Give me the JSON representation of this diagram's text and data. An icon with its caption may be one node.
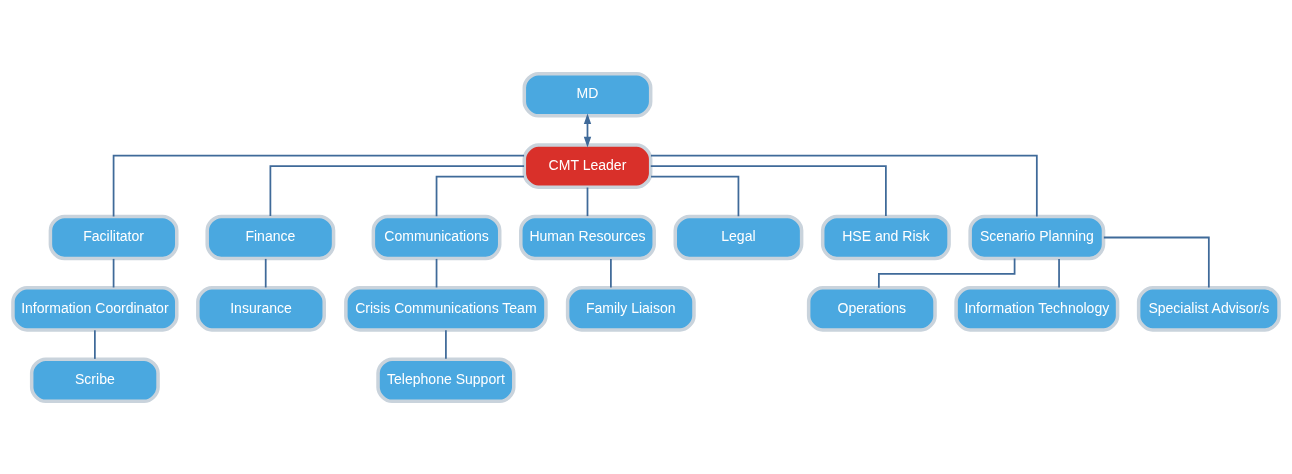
{
  "diagram": {
    "nodes": [
      {
        "text": [
          "MD"
        ]
      },
      {
        "text": [
          "CMT Leader"
        ]
      },
      {
        "text": [
          "Facilitator"
        ]
      },
      {
        "text": [
          "Finance"
        ]
      },
      {
        "text": [
          "Communications"
        ]
      },
      {
        "text": [
          "Human Resources"
        ]
      },
      {
        "text": [
          "Legal"
        ]
      },
      {
        "text": [
          "HSE and Risk"
        ]
      },
      {
        "text": [
          "Scenario Planning"
        ]
      },
      {
        "text": [
          "Information Coordinator"
        ]
      },
      {
        "text": [
          "Scribe"
        ]
      },
      {
        "text": [
          "Insurance"
        ]
      },
      {
        "text": [
          "Crisis Communications Team"
        ]
      },
      {
        "text": [
          "Telephone Support"
        ]
      },
      {
        "text": [
          "Family Liaison"
        ]
      },
      {
        "text": [
          "Operations"
        ]
      },
      {
        "text": [
          "Information Technology"
        ]
      },
      {
        "text": [
          "Specialist Advisor/s"
        ]
      }
    ],
    "edges": [
      {
        "from": 0,
        "to": 1,
        "arrow": "both"
      },
      {
        "from": 1,
        "to": 2,
        "arrow": "none"
      },
      {
        "from": 1,
        "to": 3,
        "arrow": "none"
      },
      {
        "from": 1,
        "to": 4,
        "arrow": "none"
      },
      {
        "from": 1,
        "to": 5,
        "arrow": "none"
      },
      {
        "from": 1,
        "to": 6,
        "arrow": "none"
      },
      {
        "from": 1,
        "to": 7,
        "arrow": "none"
      },
      {
        "from": 1,
        "to": 8,
        "arrow": "none"
      },
      {
        "from": 2,
        "to": 9,
        "arrow": "none"
      },
      {
        "from": 9,
        "to": 10,
        "arrow": "none"
      },
      {
        "from": 3,
        "to": 11,
        "arrow": "none"
      },
      {
        "from": 4,
        "to": 12,
        "arrow": "none"
      },
      {
        "from": 12,
        "to": 13,
        "arrow": "none"
      },
      {
        "from": 5,
        "to": 14,
        "arrow": "none"
      },
      {
        "from": 8,
        "to": 15,
        "arrow": "none"
      },
      {
        "from": 8,
        "to": 16,
        "arrow": "none"
      },
      {
        "from": 8,
        "to": 17,
        "arrow": "none"
      }
    ]
  }
}
